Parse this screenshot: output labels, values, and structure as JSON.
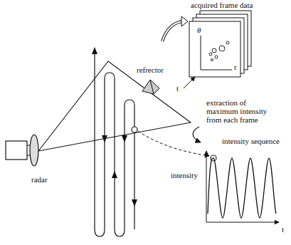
{
  "diagram": {
    "labels": [
      "acquired frame data",
      "θ",
      "r",
      "t",
      "refrector",
      "extraction of maximum intensity from each frame",
      "intensity sequence",
      "intensity",
      "t",
      "radar"
    ]
  }
}
